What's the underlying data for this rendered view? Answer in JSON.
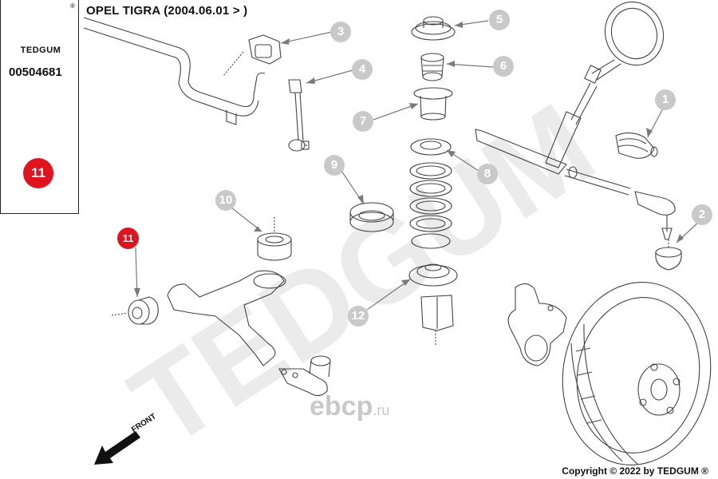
{
  "header": {
    "title": "OPEL TIGRA (2004.06.01 > )"
  },
  "sidebar": {
    "brand": "TEDGUM",
    "registered_mark": "®",
    "part_number": "00504681",
    "highlight_label": "11"
  },
  "watermark": {
    "brand": "TEDGUM",
    "site_main": "ebcp",
    "site_domain": ".ru"
  },
  "diagram": {
    "callouts": [
      "1",
      "2",
      "3",
      "4",
      "5",
      "6",
      "7",
      "8",
      "9",
      "10",
      "11",
      "12"
    ],
    "front_label": "FRONT"
  },
  "footer": {
    "copyright": "Copyright © 2022 by TEDGUM ®"
  },
  "colors": {
    "highlight": "#e0141e",
    "callout": "#c9c9c9",
    "watermark": "#e6e6e6",
    "line": "#555555"
  }
}
